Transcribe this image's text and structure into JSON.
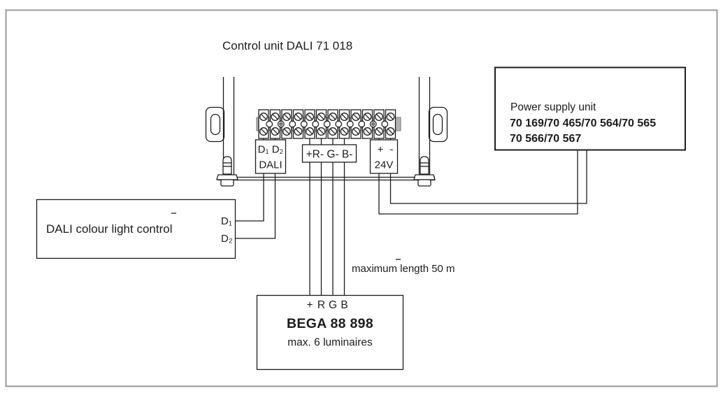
{
  "diagram": {
    "title": "Control unit DALI 71 018",
    "max_length_note": "maximum length 50 m"
  },
  "control_unit": {
    "terminal_groups": {
      "dali": {
        "line1": "D₁ D₂",
        "line2": "DALI"
      },
      "rgb": {
        "label": "+R- G- B-"
      },
      "v24": {
        "plus": "+",
        "minus": "-",
        "line2": "24V"
      }
    }
  },
  "power_supply": {
    "name": "Power supply unit",
    "models_line1": "70 169/70 465/70 564/70 565",
    "models_line2": "70 566/70 567"
  },
  "dali_controller": {
    "name": "DALI colour light control",
    "d1": "D₁",
    "d2": "D₂"
  },
  "luminaire": {
    "terminals": [
      "+",
      "R",
      "G",
      "B"
    ],
    "name": "BEGA 88 898",
    "note": "max. 6 luminaires"
  },
  "colors": {
    "ink": "#1c1c1c",
    "frame_gray": "#9a9a9a"
  }
}
